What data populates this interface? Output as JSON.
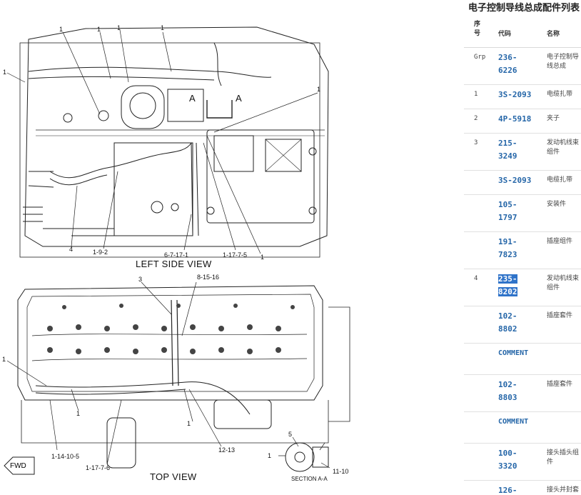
{
  "diagram": {
    "views": {
      "left_side": "LEFT SIDE VIEW",
      "top": "TOP VIEW",
      "section": "SECTION A-A"
    },
    "fwd": "FWD",
    "section_marker": "A",
    "callouts": {
      "c1_a": "1",
      "c1_b": "1",
      "c1_c": "1",
      "c1_d": "1",
      "c1_e": "1",
      "c1_f": "1",
      "c1_g": "1",
      "c1_h": "1",
      "c1_i": "1",
      "c1_j": "1",
      "c4": "4",
      "c3": "3",
      "c5": "5",
      "c192": "1-9-2",
      "c6717": "6-7-17-1",
      "c11775": "1-17-7-5",
      "c81516": "8-15-16",
      "c1213": "12-13",
      "c114105": "1-14-10-5",
      "c11776": "1-17-7-6",
      "c1110": "11-10"
    }
  },
  "panel": {
    "title": "电子控制导线总成配件列表",
    "headers": {
      "seq": "序号",
      "code": "代码",
      "name": "名称"
    },
    "rows": [
      {
        "seq": "Grp",
        "code": "236-6226",
        "name": "电子控制导线总成"
      },
      {
        "seq": "1",
        "code": "3S-2093",
        "name": "电缆扎带"
      },
      {
        "seq": "2",
        "code": "4P-5918",
        "name": "夹子"
      },
      {
        "seq": "3",
        "code": "215-3249",
        "name": "发动机线束组件"
      },
      {
        "seq": "",
        "code": "3S-2093",
        "name": "电缆扎带"
      },
      {
        "seq": "",
        "code": "105-1797",
        "name": "安装件"
      },
      {
        "seq": "",
        "code": "191-7823",
        "name": "插座组件"
      },
      {
        "seq": "4",
        "code": "235-8202",
        "name": "发动机线束组件",
        "selected": true
      },
      {
        "seq": "",
        "code": "102-8802",
        "name": "插座套件"
      },
      {
        "seq": "",
        "code": "COMMENT",
        "name": ""
      },
      {
        "seq": "",
        "code": "102-8803",
        "name": "插座套件"
      },
      {
        "seq": "",
        "code": "COMMENT",
        "name": ""
      },
      {
        "seq": "",
        "code": "100-3320",
        "name": "接头插头组件"
      },
      {
        "seq": "",
        "code": "126-",
        "name": "接头并封套"
      }
    ]
  }
}
